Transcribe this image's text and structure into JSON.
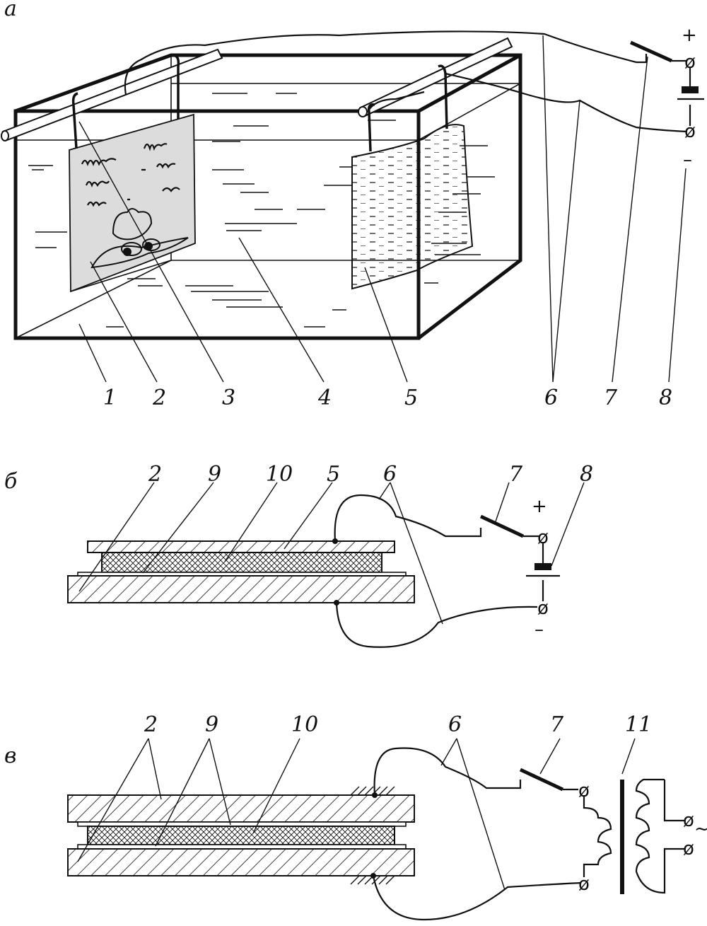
{
  "panels": {
    "a": {
      "letter": "а",
      "labels": [
        "1",
        "2",
        "3",
        "4",
        "5",
        "6",
        "7",
        "8"
      ],
      "plus": "+",
      "minus": "–",
      "terminal": "ø"
    },
    "b": {
      "letter": "б",
      "labels": [
        "2",
        "9",
        "10",
        "5",
        "6",
        "7",
        "8"
      ],
      "plus": "+",
      "minus": "–",
      "terminal": "ø"
    },
    "v": {
      "letter": "в",
      "labels": [
        "2",
        "9",
        "10",
        "6",
        "7",
        "11"
      ],
      "ac": "~",
      "terminal": "ø"
    }
  },
  "colors": {
    "ink": "#111111",
    "paper": "#ffffff",
    "plate": "#dcdcdc"
  }
}
